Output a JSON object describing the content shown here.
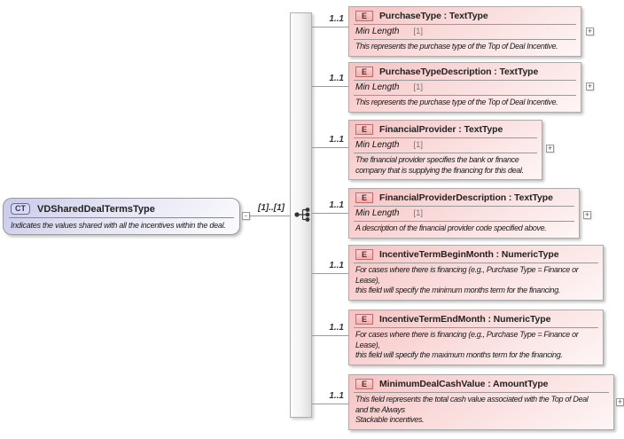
{
  "root": {
    "badge": "CT",
    "name": "VDSharedDealTermsType",
    "description": "Indicates the values shared with all the incentives within the deal.",
    "cardinality": "[1]..[1]",
    "collapse_icon": "-"
  },
  "icons": {
    "expand": "+",
    "sequence": "sequence-compositor"
  },
  "colors": {
    "element_fill": "#f7c2c2",
    "complextype_fill": "#c9c9ea",
    "element_border": "#c46a6a",
    "line": "#9a9a9a"
  },
  "elements": [
    {
      "badge": "E",
      "title": "PurchaseType : TextType",
      "cardinality": "1..1",
      "facet_name": "Min Length",
      "facet_value": "[1]",
      "description": "This represents the purchase type of the Top of Deal Incentive.",
      "expand_icon": "+"
    },
    {
      "badge": "E",
      "title": "PurchaseTypeDescription : TextType",
      "cardinality": "1..1",
      "facet_name": "Min Length",
      "facet_value": "[1]",
      "description": "This represents the purchase type of the Top of Deal Incentive.",
      "expand_icon": "+"
    },
    {
      "badge": "E",
      "title": "FinancialProvider : TextType",
      "cardinality": "1..1",
      "facet_name": "Min Length",
      "facet_value": "[1]",
      "description": "The financial provider specifies the bank or finance\ncompany that is supplying the financing for this deal.",
      "expand_icon": "+"
    },
    {
      "badge": "E",
      "title": "FinancialProviderDescription : TextType",
      "cardinality": "1..1",
      "facet_name": "Min Length",
      "facet_value": "[1]",
      "description": "A description of the financial provider code specified above.",
      "expand_icon": "+"
    },
    {
      "badge": "E",
      "title": "IncentiveTermBeginMonth : NumericType",
      "cardinality": "1..1",
      "description": "For cases where there is financing (e.g., Purchase Type = Finance or\nLease),\nthis field will specify the minimum months term for the financing."
    },
    {
      "badge": "E",
      "title": "IncentiveTermEndMonth : NumericType",
      "cardinality": "1..1",
      "description": "For cases where there is financing (e.g., Purchase Type = Finance or\nLease),\nthis field will specify the maximum months term for the financing."
    },
    {
      "badge": "E",
      "title": "MinimumDealCashValue : AmountType",
      "cardinality": "1..1",
      "description": "This field represents the total cash value associated with the Top of Deal\nand the Always\nStackable incentives.",
      "expand_icon": "+"
    }
  ]
}
